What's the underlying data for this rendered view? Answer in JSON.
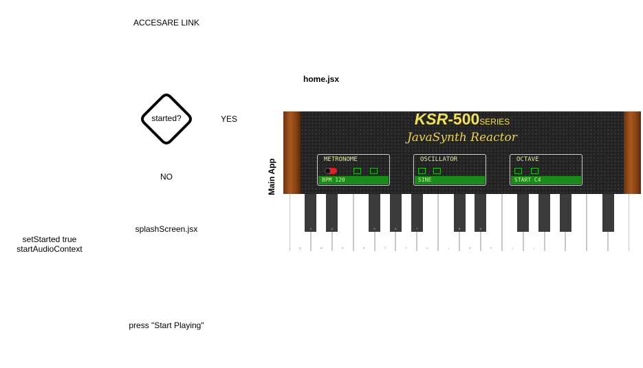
{
  "flow": {
    "access_link": "ACCESARE LINK",
    "decision": "started?",
    "yes": "YES",
    "no": "NO",
    "splash": "splashScreen.jsx",
    "set_started": "setStarted true",
    "start_audio": "startAudioContext",
    "press": "press \"Start Playing\"",
    "home": "home.jsx",
    "main_app": "Main App"
  },
  "synth": {
    "brand": "KSR",
    "model": "-500",
    "series": "SERIES",
    "subtitle": "JavaSynth Reactor",
    "panels": [
      {
        "title": "METRONOME",
        "bar": "BPM  120"
      },
      {
        "title": "OSCILLATOR",
        "bar": "SINE"
      },
      {
        "title": "OCTAVE",
        "bar": "START  C4"
      }
    ],
    "white_keys": [
      "Q",
      "W",
      "E",
      "R",
      "T",
      "Y",
      "U",
      "I",
      "O",
      "P",
      "[",
      "]",
      "",
      "",
      "",
      ""
    ],
    "black_keys": [
      "2",
      "3",
      "",
      "5",
      "6",
      "7",
      "",
      "9",
      "0",
      "",
      "",
      "",
      "",
      "",
      "",
      ""
    ]
  },
  "colors": {
    "logo": "#f2e25a",
    "display": "#1a8c1a",
    "wood": "#a8581f"
  }
}
